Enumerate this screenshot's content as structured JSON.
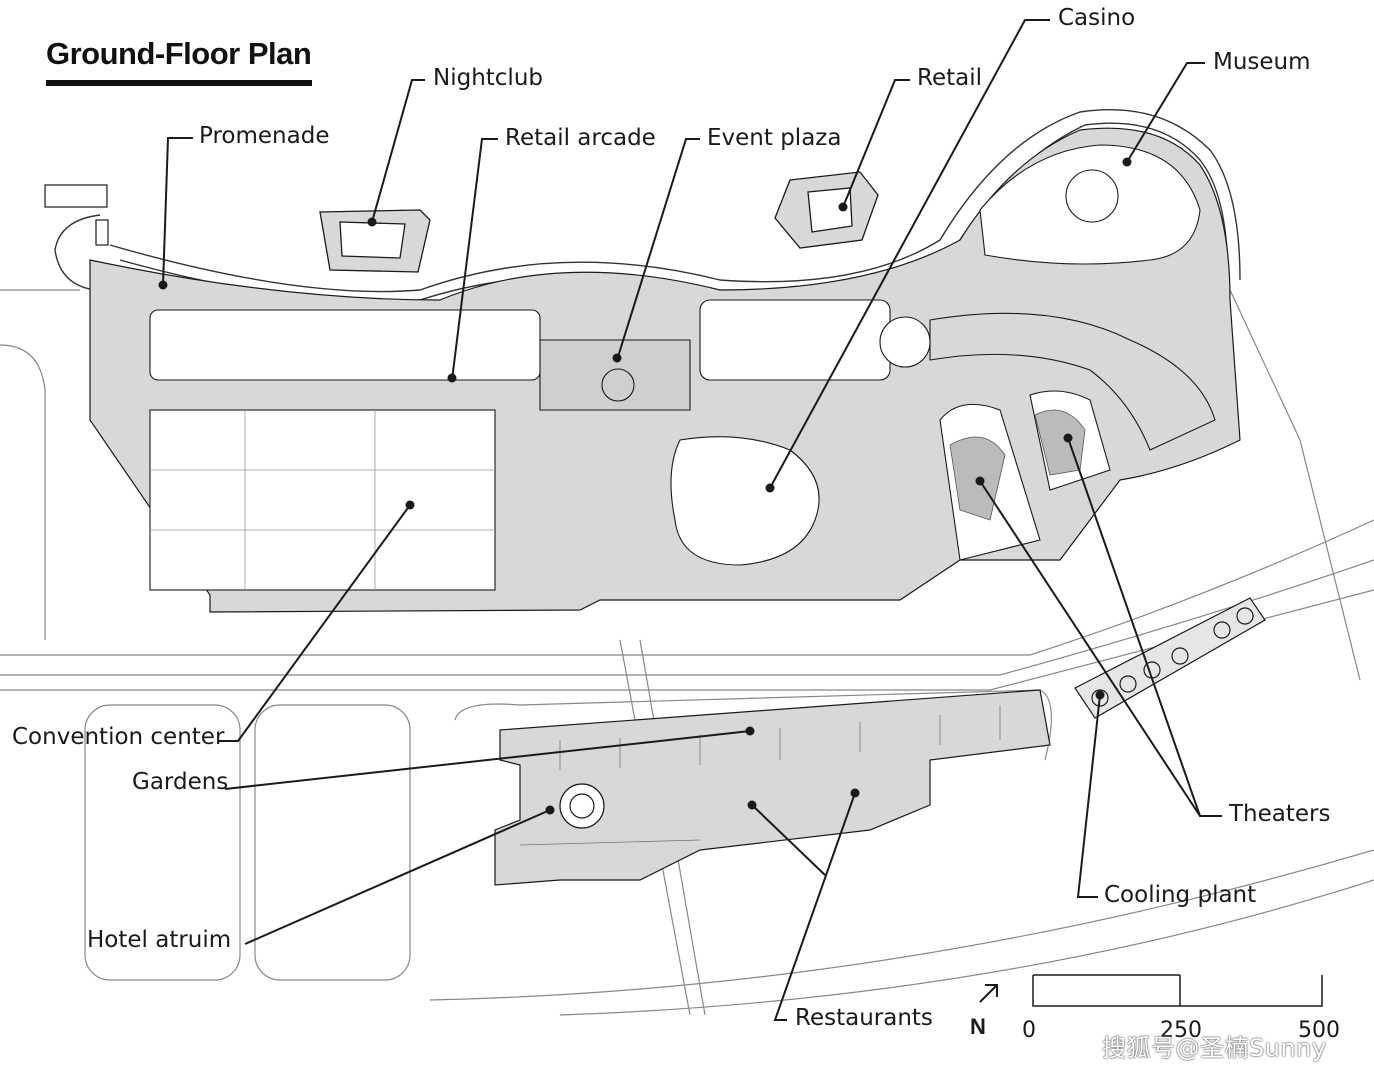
{
  "title": "Ground-Floor Plan",
  "labels": {
    "casino": "Casino",
    "nightclub": "Nightclub",
    "retail": "Retail",
    "museum": "Museum",
    "promenade": "Promenade",
    "retail_arcade": "Retail arcade",
    "event_plaza": "Event plaza",
    "convention_center": "Convention center",
    "gardens": "Gardens",
    "hotel_atrium": "Hotel atruim",
    "theaters": "Theaters",
    "cooling_plant": "Cooling plant",
    "restaurants": "Restaurants"
  },
  "north": {
    "letter": "N",
    "icon": "north-arrow-icon"
  },
  "scale": {
    "ticks": [
      "0",
      "250",
      "500"
    ]
  },
  "watermark": "搜狐号@圣楠Sunny",
  "colors": {
    "fill": "#d8d8d8",
    "line": "#1a1a1a",
    "background": "#ffffff"
  }
}
